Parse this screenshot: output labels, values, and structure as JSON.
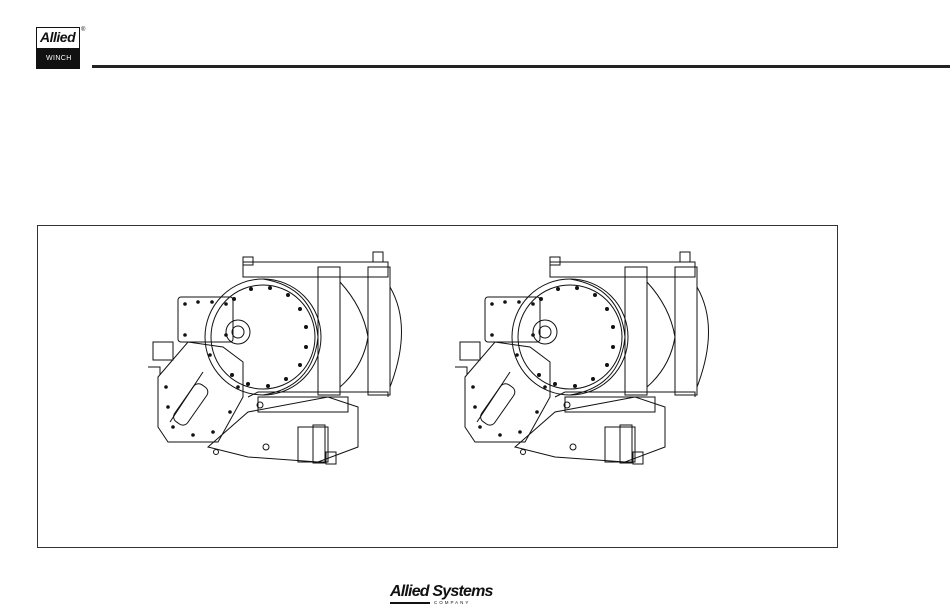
{
  "header": {
    "logo_top": "Allied",
    "logo_bottom": "WINCH",
    "registered_mark": "®"
  },
  "figure": {
    "images": [
      {
        "icon": "winch-drawing-icon",
        "variant": "left"
      },
      {
        "icon": "winch-drawing-icon",
        "variant": "right"
      }
    ]
  },
  "footer": {
    "brand": "Allied Systems",
    "sub": "COMPANY"
  }
}
